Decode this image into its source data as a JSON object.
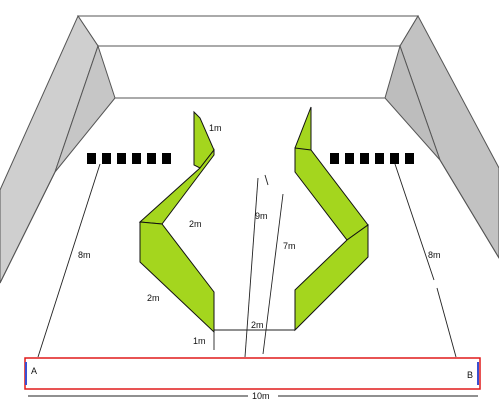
{
  "colors": {
    "background": "#ffffff",
    "wall_top": "#ffffff",
    "wall_side": "#cfcfcf",
    "wall_side_dark": "#c2c2c2",
    "wall_stroke": "#555555",
    "barrier_fill": "#a4d61e",
    "barrier_stroke": "#111111",
    "line_stroke": "#222222",
    "marker_fill": "#000000",
    "start_box_stroke": "#e01a1a",
    "endpoint_marker": "#3a4fd1"
  },
  "labels": {
    "barrier_left_top": "1m",
    "barrier_left_mid": "2m",
    "barrier_left_low": "2m",
    "barrier_left_bottom": "1m",
    "gap_bottom": "2m",
    "center_line_long": "9m",
    "center_line_short": "7m",
    "left_side_distance": "8m",
    "right_side_distance": "8m",
    "point_a": "A",
    "point_b": "B",
    "width_total": "10m"
  }
}
